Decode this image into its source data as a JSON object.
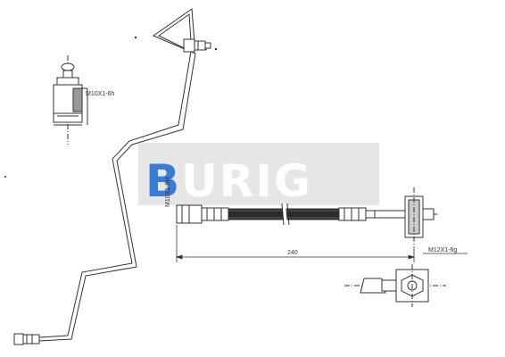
{
  "watermark": {
    "text": "BURIG",
    "first_letter_color": "#3a7bd5",
    "rest_color": "#ffffff",
    "panel_color": "#e6e6e6"
  },
  "labels": {
    "detail_thread_top": "M10X1-6h",
    "thread_left_vertical": "M10X1-6H",
    "dimension_length": "240",
    "thread_right": "M12X1-6g"
  },
  "colors": {
    "line": "#333333",
    "hose": "#222222"
  }
}
